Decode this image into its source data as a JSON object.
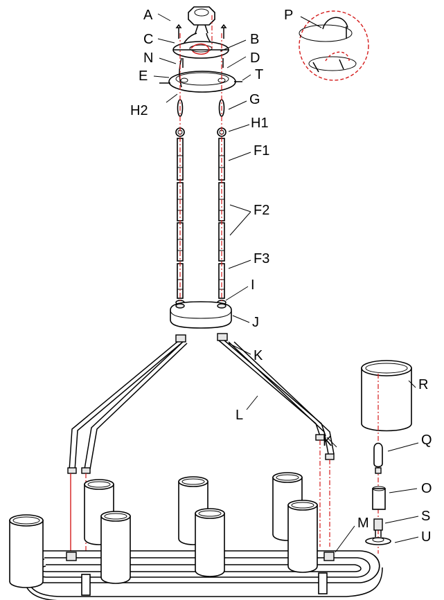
{
  "labels": {
    "A": "A",
    "B": "B",
    "C": "C",
    "D": "D",
    "E": "E",
    "N": "N",
    "T": "T",
    "P": "P",
    "G": "G",
    "H1": "H1",
    "H2": "H2",
    "F1": "F1",
    "F2": "F2",
    "F3": "F3",
    "I": "I",
    "J": "J",
    "K": "K",
    "L": "L",
    "R": "R",
    "Q": "Q",
    "O": "O",
    "S": "S",
    "U": "U",
    "M": "M"
  },
  "colors": {
    "line": "#000000",
    "wire": "#d41a1a",
    "part_fill": "#ffffff"
  }
}
